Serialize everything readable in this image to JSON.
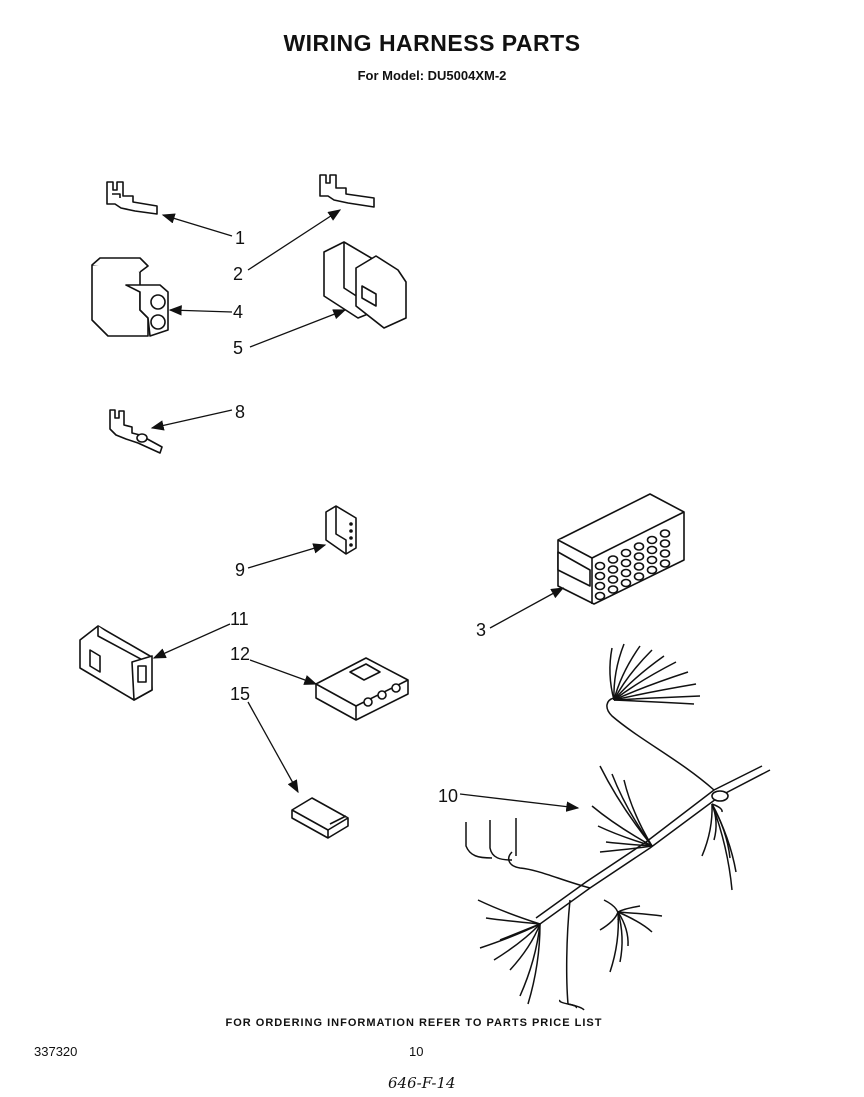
{
  "header": {
    "title": "WIRING HARNESS PARTS",
    "subtitle": "For Model: DU5004XM-2"
  },
  "callouts": {
    "c1": "1",
    "c2": "2",
    "c3": "3",
    "c4": "4",
    "c5": "5",
    "c8": "8",
    "c9": "9",
    "c10": "10",
    "c11": "11",
    "c12": "12",
    "c15": "15"
  },
  "footer": {
    "note": "FOR ORDERING INFORMATION REFER TO PARTS PRICE LIST",
    "doc_number": "337320",
    "page_number": "10",
    "handwritten": "646-F-14"
  }
}
